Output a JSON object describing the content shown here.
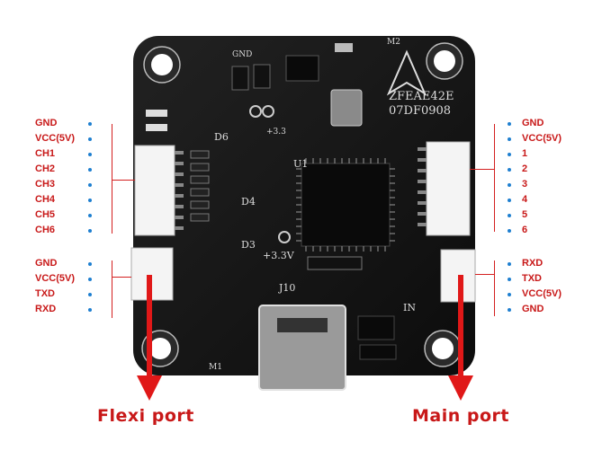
{
  "left_header": {
    "pins": [
      "GND",
      "VCC(5V)",
      "CH1",
      "CH2",
      "CH3",
      "CH4",
      "CH5",
      "CH6"
    ]
  },
  "left_flexi": {
    "pins": [
      "GND",
      "VCC(5V)",
      "TXD",
      "RXD"
    ]
  },
  "right_header": {
    "pins": [
      "GND",
      "VCC(5V)",
      "1",
      "2",
      "3",
      "4",
      "5",
      "6"
    ]
  },
  "right_main": {
    "pins": [
      "RXD",
      "TXD",
      "VCC(5V)",
      "GND"
    ]
  },
  "captions": {
    "flexi": "Flexi port",
    "main": "Main port"
  },
  "silkscreen": {
    "model": "ZFEAE42E",
    "date": "07DF0908",
    "chip": "U1",
    "usb": "J10",
    "in": "IN",
    "d6": "D6",
    "d4": "D4",
    "d3": "D3",
    "v33a": "+3.3",
    "v33b": "+3.3V",
    "gnd": "GND",
    "m1": "M1",
    "m2": "M2"
  },
  "colors": {
    "board": "#141414",
    "label_red": "#c81818",
    "dot_blue": "#1e7fd0",
    "arrow_red": "#e01818"
  }
}
